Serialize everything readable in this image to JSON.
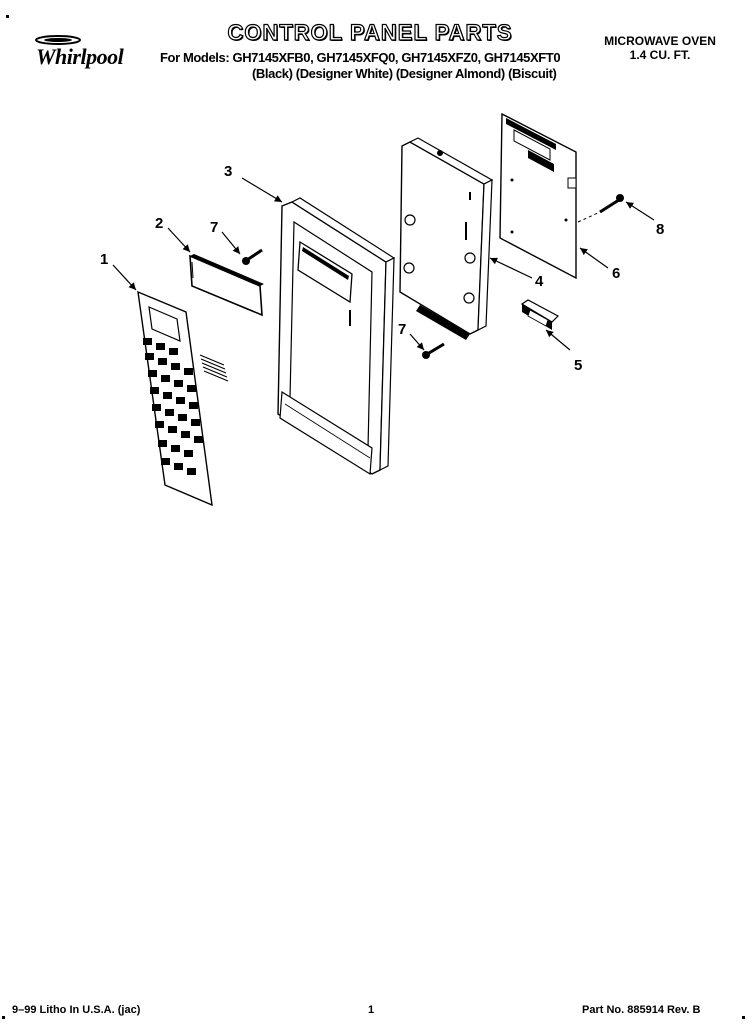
{
  "header": {
    "brand": "Whirlpool",
    "title": "CONTROL PANEL PARTS",
    "models_line": "For Models: GH7145XFB0, GH7145XFQ0, GH7145XFZ0, GH7145XFT0",
    "colors_line": "(Black)  (Designer White) (Designer Almond)  (Biscuit)",
    "product_line1": "MICROWAVE OVEN",
    "product_line2": "1.4 CU. FT."
  },
  "callouts": [
    "1",
    "2",
    "3",
    "4",
    "5",
    "6",
    "7",
    "7",
    "8"
  ],
  "footer": {
    "litho": "9–99 Litho In U.S.A. (jac)",
    "page": "1",
    "part_no": "Part No. 885914 Rev. B"
  }
}
